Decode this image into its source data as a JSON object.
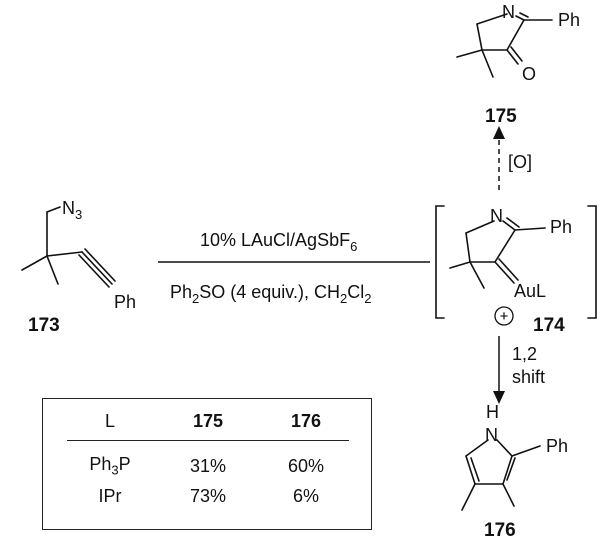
{
  "reagents": {
    "catalyst_prefix": "10% LAuCl/AgSbF",
    "catalyst_sub": "6",
    "oxidant_a": "Ph",
    "oxidant_a_sub": "2",
    "oxidant_b": "SO (4 equiv.), CH",
    "oxidant_b_sub1": "2",
    "oxidant_b_mid": "Cl",
    "oxidant_b_sub2": "2"
  },
  "compounds": {
    "c173": {
      "id": "173",
      "azide": "N",
      "azide_sub": "3",
      "ph": "Ph"
    },
    "c174": {
      "id": "174",
      "n": "N",
      "ph": "Ph",
      "metal": "AuL",
      "charge": "+"
    },
    "c175": {
      "id": "175",
      "n": "N",
      "ph": "Ph",
      "o": "O"
    },
    "c176": {
      "id": "176",
      "h": "H",
      "n": "N",
      "ph": "Ph"
    }
  },
  "arrows": {
    "up_label": "[O]",
    "down_label_1": "1,2",
    "down_label_2": "shift"
  },
  "table": {
    "headers": [
      "L",
      "175",
      "176"
    ],
    "rows": [
      {
        "ligand": "Ph",
        "ligand_sub": "3",
        "ligand_end": "P",
        "y175": "31%",
        "y176": "60%"
      },
      {
        "ligand": "IPr",
        "ligand_sub": "",
        "ligand_end": "",
        "y175": "73%",
        "y176": "6%"
      }
    ]
  }
}
